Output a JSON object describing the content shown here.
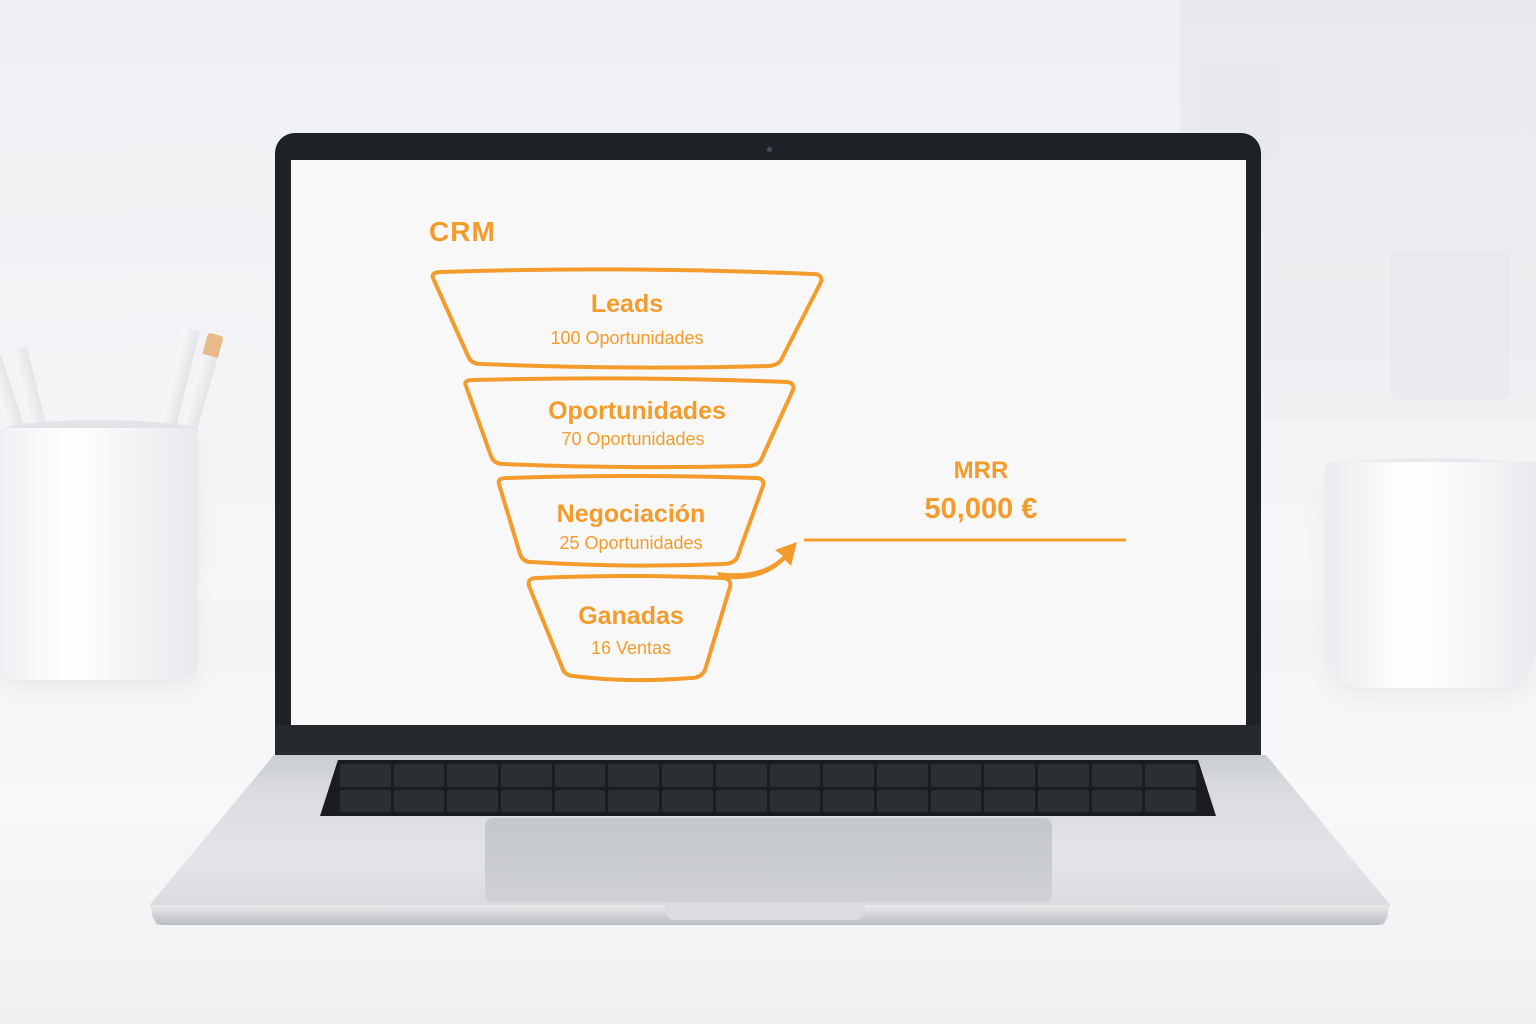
{
  "screen": {
    "title": "CRM",
    "accent_color": "#f39c2c",
    "funnel": [
      {
        "label": "Leads",
        "sub": "100 Oportunidades"
      },
      {
        "label": "Oportunidades",
        "sub": "70 Oportunidades"
      },
      {
        "label": "Negociación",
        "sub": "25 Oportunidades"
      },
      {
        "label": "Ganadas",
        "sub": "16 Ventas"
      }
    ],
    "mrr": {
      "label": "MRR",
      "value": "50,000 €"
    }
  },
  "chart_data": {
    "type": "funnel",
    "title": "CRM",
    "categories": [
      "Leads",
      "Oportunidades",
      "Negociación",
      "Ganadas"
    ],
    "values": [
      100,
      70,
      25,
      16
    ],
    "units": [
      "Oportunidades",
      "Oportunidades",
      "Oportunidades",
      "Ventas"
    ],
    "annotation": {
      "label": "MRR",
      "value": "50,000 €"
    }
  }
}
